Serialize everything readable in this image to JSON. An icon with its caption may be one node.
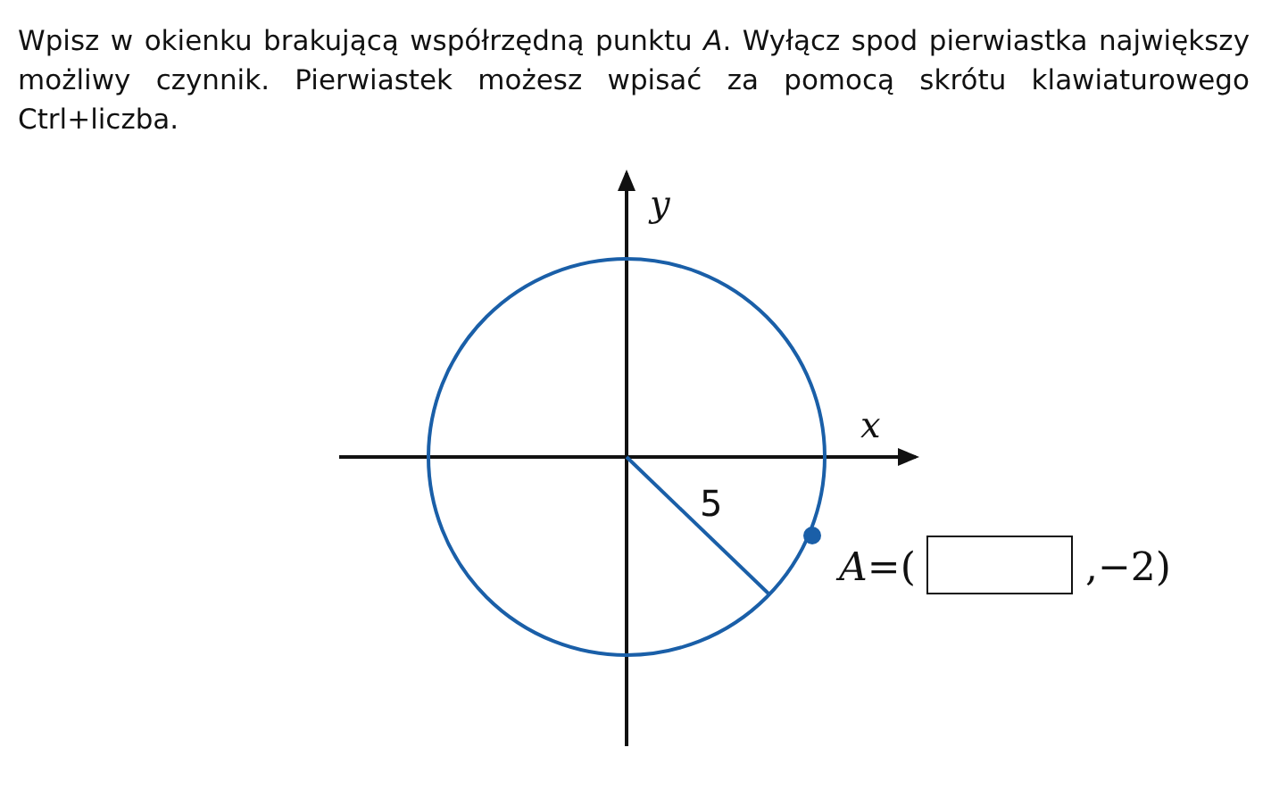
{
  "diagram": {
    "labels": [
      "Wpisz w okienku brakującą współrzędną punktu *A*. Wyłącz spod pierwiastka największy możliwy czynnik. Pierwiastek możesz wpisać za pomocą skrótu klawiaturowego Ctrl+liczba.",
      "y",
      "x",
      "5",
      "*A*=(",
      ",−2)"
    ]
  }
}
